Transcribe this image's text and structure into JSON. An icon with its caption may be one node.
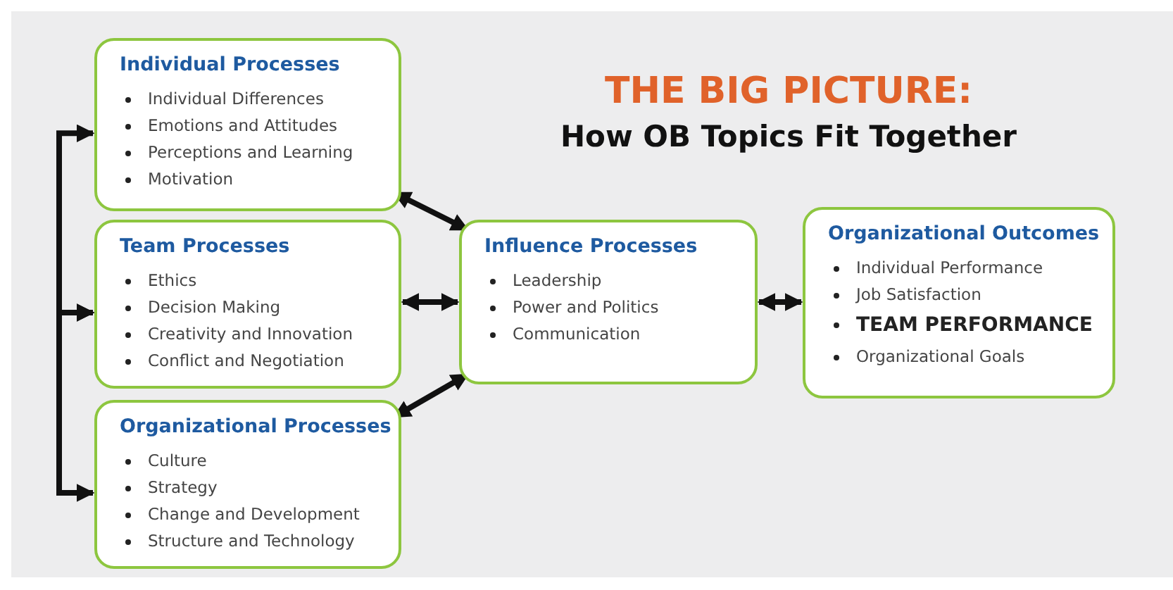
{
  "diagram": {
    "title": "THE BIG PICTURE:",
    "labels": [
      "How OB Topics Fit Together"
    ],
    "nodes": [
      {
        "text": [
          "Individual Processes",
          "Individual Differences",
          "Emotions and Attitudes",
          "Perceptions and Learning",
          "Motivation"
        ]
      },
      {
        "text": [
          "Team Processes",
          "Ethics",
          "Decision Making",
          "Creativity and Innovation",
          "Conflict and Negotiation"
        ]
      },
      {
        "text": [
          "Organizational Processes",
          "Culture",
          "Strategy",
          "Change and Development",
          "Structure and Technology"
        ]
      },
      {
        "text": [
          "Influence Processes",
          "Leadership",
          "Power and Politics",
          "Communication"
        ]
      },
      {
        "text": [
          "Organizational Outcomes",
          "Individual Performance",
          "Job Satisfaction",
          "TEAM PERFORMANCE",
          "Organizational Goals"
        ]
      }
    ],
    "edges": [
      {
        "from": 0,
        "to": 1,
        "arrow": "both"
      },
      {
        "from": 1,
        "to": 2,
        "arrow": "both"
      },
      {
        "from": 0,
        "to": 3,
        "arrow": "both"
      },
      {
        "from": 1,
        "to": 3,
        "arrow": "both"
      },
      {
        "from": 2,
        "to": 3,
        "arrow": "both"
      },
      {
        "from": 3,
        "to": 4,
        "arrow": "both"
      }
    ]
  }
}
